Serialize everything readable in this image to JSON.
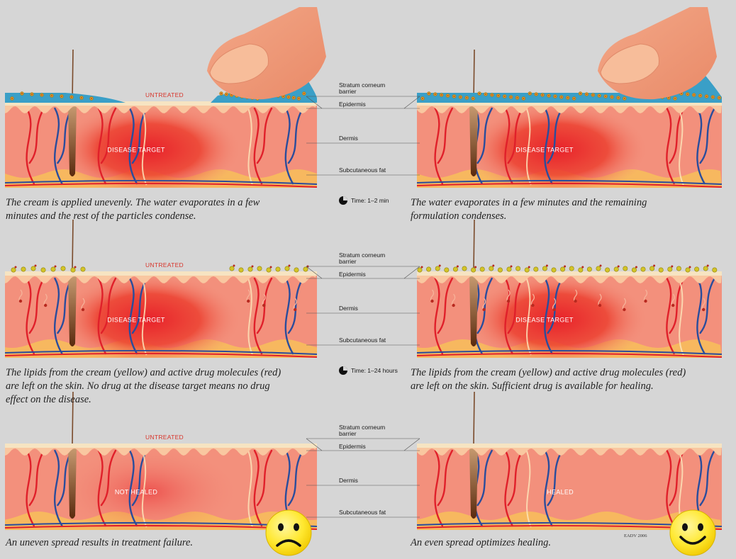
{
  "labels": {
    "stratum_corneum": "Stratum corneum",
    "barrier": "barrier",
    "epidermis": "Epidermis",
    "dermis": "Dermis",
    "subcutaneous_fat": "Subcutaneous fat"
  },
  "tags": {
    "untreated": "UNTREATED",
    "disease_target": "DISEASE TARGET",
    "not_healed": "NOT HEALED",
    "healed": "HEALED"
  },
  "rows": [
    {
      "time": "Time: 1–2 min",
      "left_caption": [
        "The cream is applied unevenly. The water evaporates in a few",
        "minutes and the rest of the particles condense."
      ],
      "right_caption": [
        "The water evaporates in a few minutes and the remaining",
        "formulation condenses."
      ]
    },
    {
      "time": "Time: 1–24 hours",
      "left_caption": [
        "The lipids from the cream (yellow) and active drug molecules (red)",
        "are left on the skin. No drug at the disease target means no drug",
        "effect on the disease."
      ],
      "right_caption": [
        "The lipids from the cream (yellow) and active drug molecules (red)",
        "are left on the skin. Sufficient drug is available for healing."
      ]
    },
    {
      "left_caption": [
        "An uneven spread results in treatment failure."
      ],
      "right_caption": [
        "An even spread optimizes healing."
      ]
    }
  ],
  "credit": "EADV 2006",
  "colors": {
    "background": "#d6d6d6",
    "dermis": "#f3907c",
    "epidermis": "#f9c7a0",
    "stratum": "#f6e4c2",
    "fat": "#f7c05a",
    "disease": "#e8212a",
    "cream": "#3a9fc7",
    "lipid": "#d4c427",
    "drug": "#b8291f",
    "artery": "#e0202a",
    "vein": "#2a4d9c",
    "hair": "#6b3414",
    "finger": "#f09a7a",
    "smiley": "#ffe830"
  }
}
